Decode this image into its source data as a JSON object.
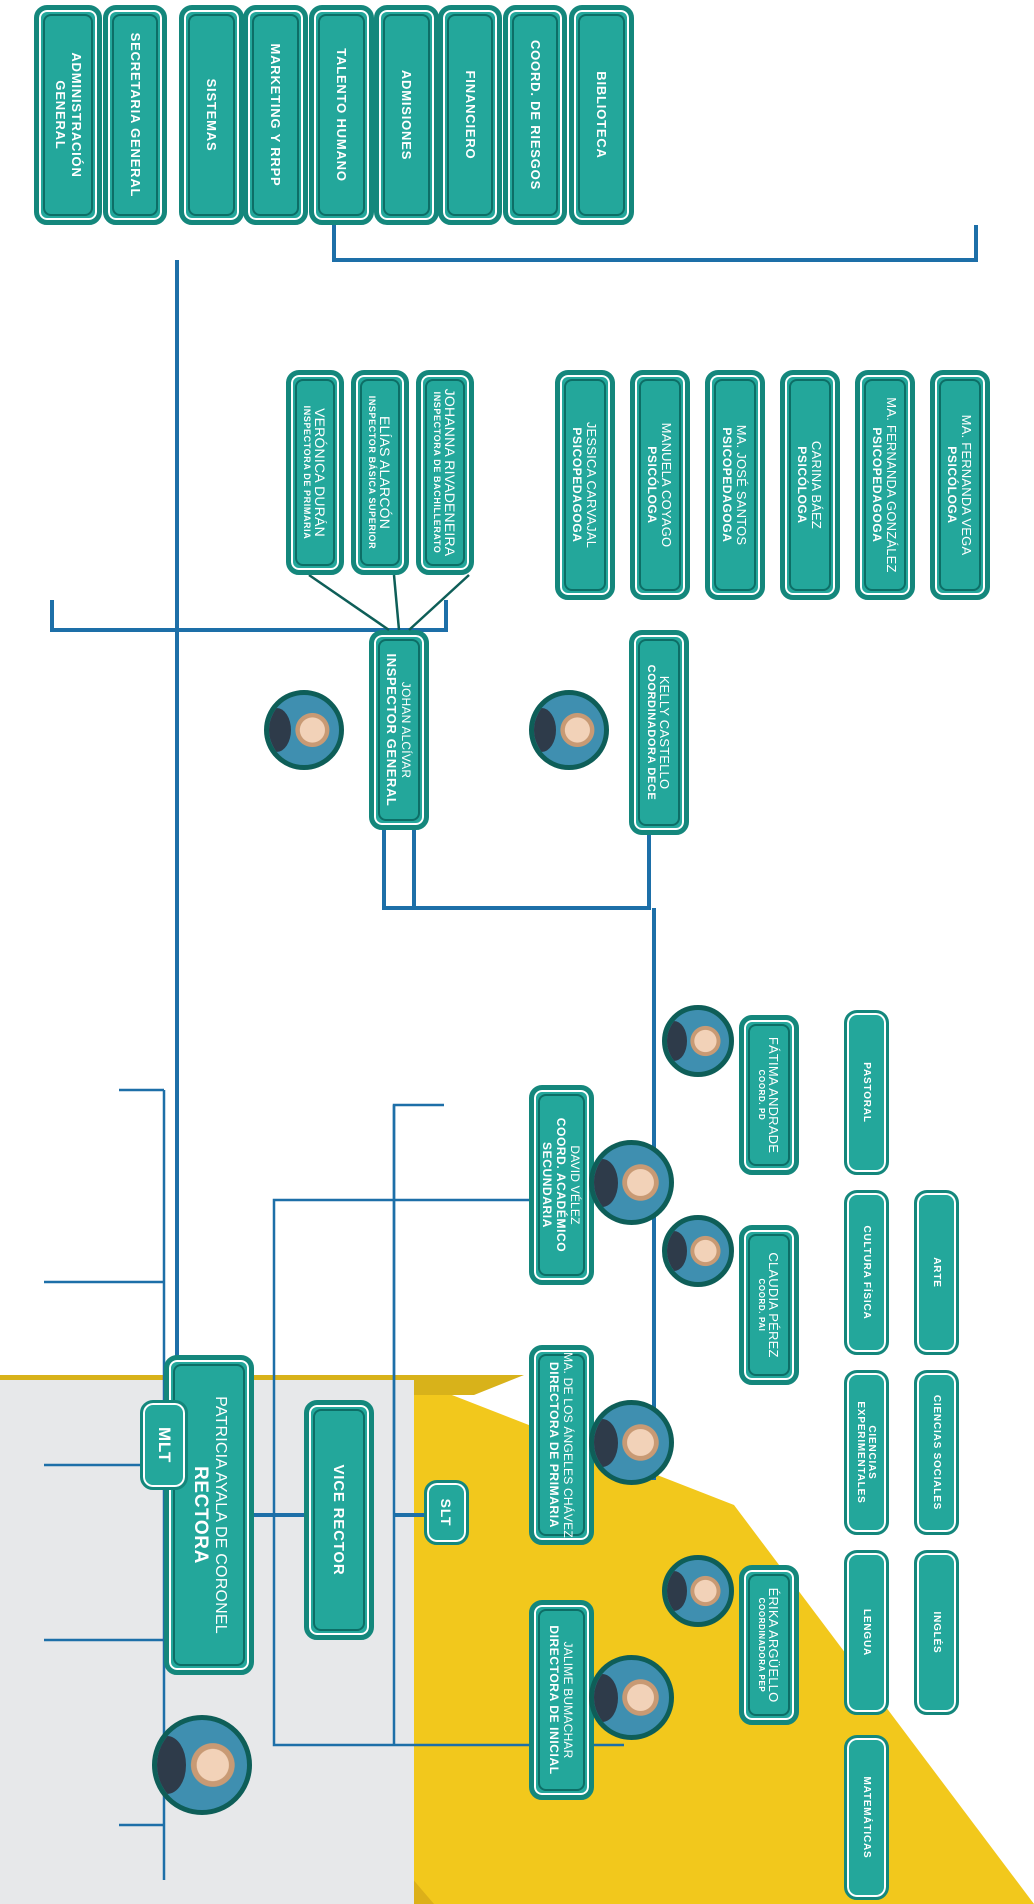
{
  "colors": {
    "teal": "#23a79b",
    "teal_dark": "#14877c",
    "line": "#1d6fa8",
    "yellow": "#f2c81c",
    "gray": "#e7e8ea"
  },
  "rector": {
    "name": "PATRICIA AYALA DE CORONEL",
    "role": "RECTORA"
  },
  "vice": {
    "label": "VICE RECTOR"
  },
  "slt": {
    "label": "SLT"
  },
  "mlt": {
    "label": "MLT"
  },
  "departments": [
    "ADMINISTRACIÓN GENERAL",
    "SECRETARIA GENERAL",
    "SISTEMAS",
    "MARKETING Y RRPP",
    "TALENTO HUMANO",
    "ADMISIONES",
    "FINANCIERO",
    "COORD. DE RIESGOS",
    "BIBLIOTECA"
  ],
  "inspector": {
    "name": "JOHAN ALCÍVAR",
    "role": "INSPECTOR GENERAL"
  },
  "inspectors": [
    {
      "name": "VERÓNICA DURÁN",
      "role": "INSPECTORA DE PRIMARIA"
    },
    {
      "name": "ELÍAS ALARCÓN",
      "role": "INSPECTOR BÁSICA SUPERIOR"
    },
    {
      "name": "JOHANNA RIVADENEIRA",
      "role": "INSPECTORA DE BACHILLERATO"
    }
  ],
  "dece": {
    "name": "KELLY CASTELLO",
    "role": "COORDINADORA DECE"
  },
  "psych": [
    {
      "name": "MA. FERNANDA VEGA",
      "role": "PSICÓLOGA"
    },
    {
      "name": "MA. FERNANDA GONZÁLEZ",
      "role": "PSICOPEDAGOGA"
    },
    {
      "name": "CARINA BÁEZ",
      "role": "PSICÓLOGA"
    },
    {
      "name": "MA. JOSÉ SANTOS",
      "role": "PSICOPEDAGOGA"
    },
    {
      "name": "MANUELA COYAGO",
      "role": "PSICÓLOGA"
    },
    {
      "name": "JESSICA CARVAJAL",
      "role": "PSICOPEDAGOGA"
    }
  ],
  "directors": [
    {
      "name": "JALIME BUMACHAR",
      "role": "DIRECTORA DE INICIAL"
    },
    {
      "name": "MA. DE LOS ÁNGELES CHÁVEZ",
      "role": "DIRECTORA DE PRIMARIA"
    },
    {
      "name": "DAVID VÉLEZ",
      "role": "COORD. ACADÉMICO SECUNDARIA"
    }
  ],
  "coordinators": [
    {
      "name": "ÉRIKA ARGÜELLO",
      "role": "COORDINADORA PEP"
    },
    {
      "name": "CLAUDIA PÉREZ",
      "role": "COORD. PAI"
    },
    {
      "name": "FÁTIMA ANDRADE",
      "role": "COORD. PD"
    }
  ],
  "subjects": {
    "top": [
      "MATEMÁTICAS",
      "LENGUA",
      "CIENCIAS EXPERIMENTALES",
      "CULTURA FÍSICA",
      "PASTORAL"
    ],
    "bottom": [
      "INGLÉS",
      "CIENCIAS SOCIALES",
      "ARTE"
    ]
  }
}
